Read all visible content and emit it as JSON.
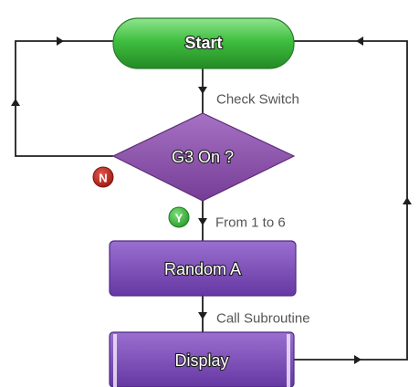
{
  "nodes": {
    "start": "Start",
    "decision": "G3 On ?",
    "random": "Random A",
    "display": "Display"
  },
  "edge_labels": {
    "check": "Check Switch",
    "range": "From 1 to 6",
    "call": "Call Subroutine"
  },
  "badges": {
    "no": "N",
    "yes": "Y"
  },
  "colors": {
    "start_fill": "#3fbf3f",
    "decision_fill": "#8a4fa8",
    "process_fill": "#7d4cb5",
    "no_badge": "#c0281e",
    "yes_badge": "#3cb43c",
    "line": "#1e1e1e"
  }
}
